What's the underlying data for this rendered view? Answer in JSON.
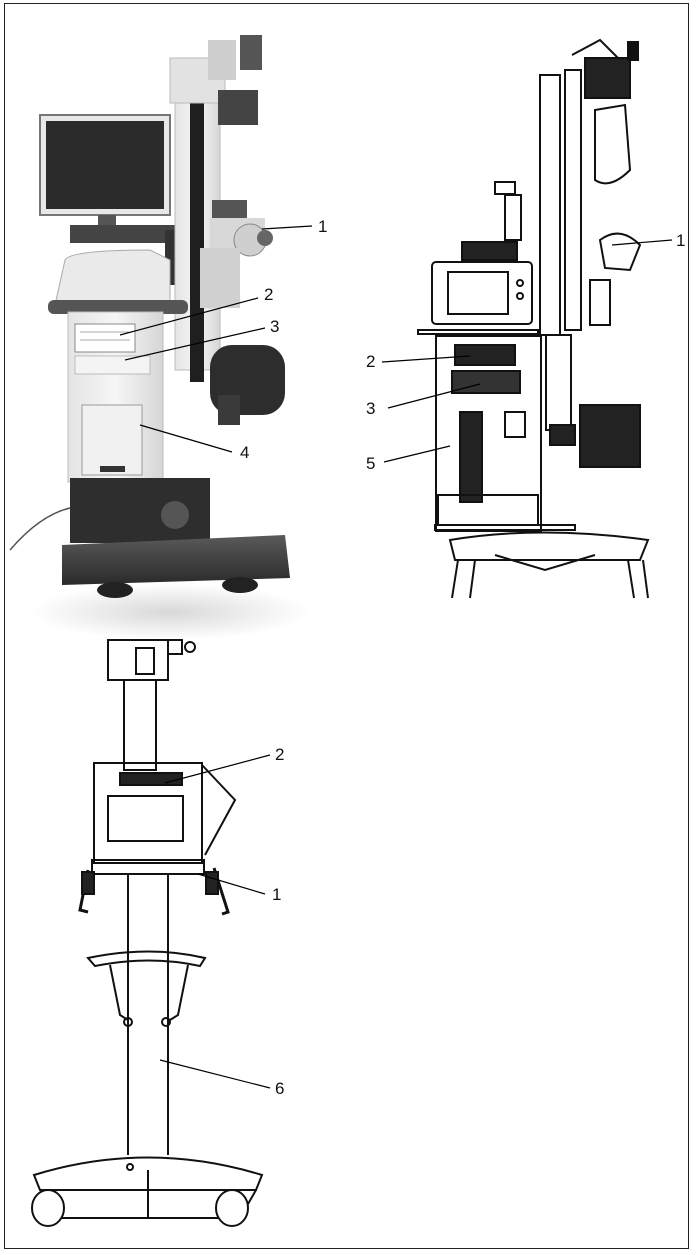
{
  "callouts": {
    "fig_a": {
      "c1": "1",
      "c2": "2",
      "c3": "3",
      "c4": "4"
    },
    "fig_b": {
      "c1": "1",
      "c2": "2",
      "c3": "3",
      "c5": "5"
    },
    "fig_c": {
      "c1": "1",
      "c2": "2",
      "c6": "6"
    }
  }
}
